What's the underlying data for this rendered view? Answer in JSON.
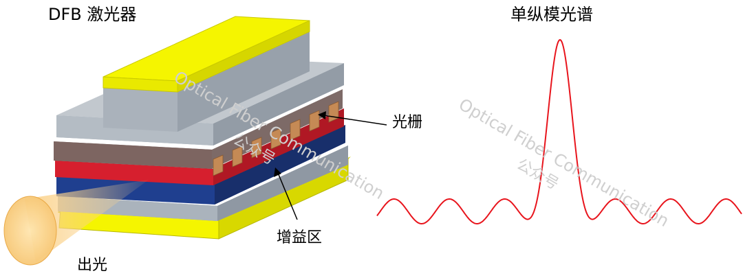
{
  "left_panel": {
    "title": "DFB 激光器",
    "grating_label": "光栅",
    "gain_label": "增益区",
    "output_label": "出光"
  },
  "right_panel": {
    "title": "单纵模光谱"
  },
  "watermark": {
    "text": "Optical Fiber Communication",
    "sub": "公众号"
  },
  "colors": {
    "gray": "#a9b1ba",
    "yellow": "#f5f500",
    "red": "#d61f2e",
    "blue": "#1f3f8f",
    "grating": "#c58a55",
    "curve": "#e8141c",
    "beam": "#fbd28a"
  }
}
